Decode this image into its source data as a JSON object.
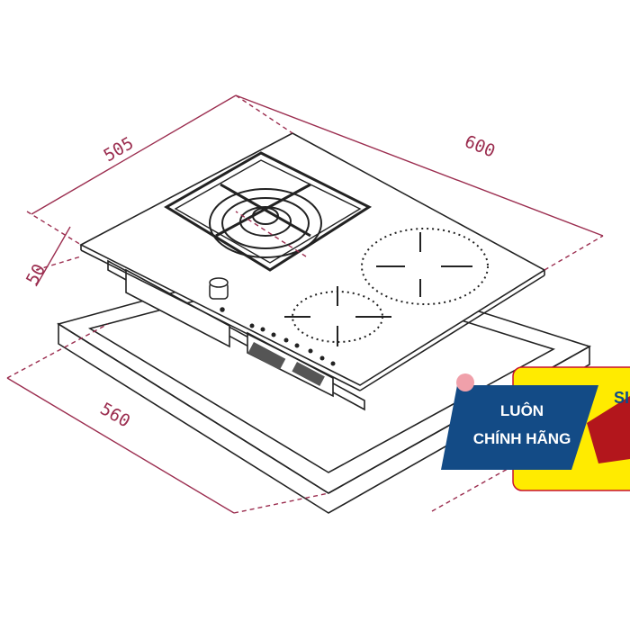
{
  "drawing": {
    "dimensions": {
      "depth": "505",
      "width": "600",
      "height": "50",
      "cutout_width": "560"
    },
    "colors": {
      "dimension": "#9b2d4f",
      "line": "#222222"
    }
  },
  "badge": {
    "line1": "LUÔN",
    "line2": "CHÍNH HÃNG",
    "partial_text": "SI",
    "colors": {
      "blue": "#134b86",
      "yellow": "#ffeb00",
      "red": "#b3161c",
      "ball": "#f0a0aa"
    }
  }
}
